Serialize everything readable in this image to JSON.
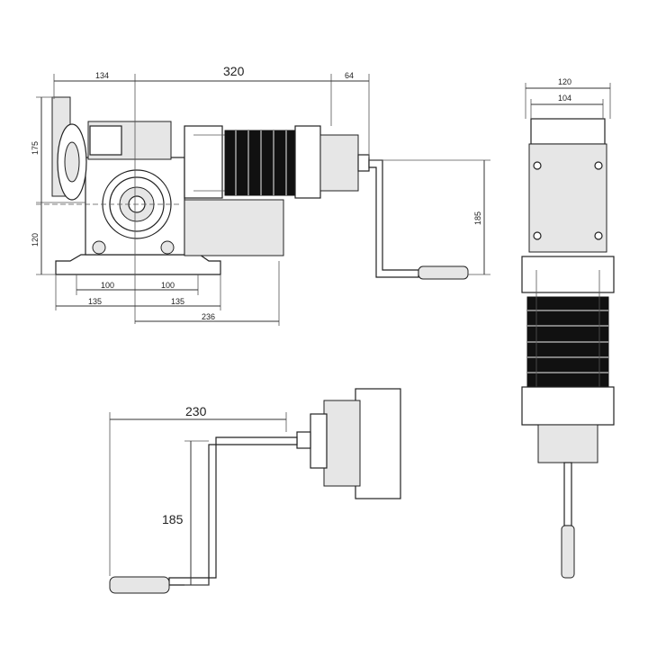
{
  "dimensions": {
    "front": {
      "width_left": "134",
      "width_main": "320",
      "width_right": "64",
      "height_upper": "175",
      "height_lower": "120",
      "handle_drop": "185",
      "base_left_inner": "100",
      "base_right_inner": "100",
      "base_left_outer": "135",
      "base_right_outer": "135",
      "overall_right": "236"
    },
    "side": {
      "outer_width": "120",
      "inner_width": "104"
    },
    "crank": {
      "reach": "230",
      "drop": "185"
    }
  },
  "colors": {
    "line": "#222222",
    "motor": "#111111",
    "fill": "#e6e6e6",
    "background": "#ffffff"
  }
}
